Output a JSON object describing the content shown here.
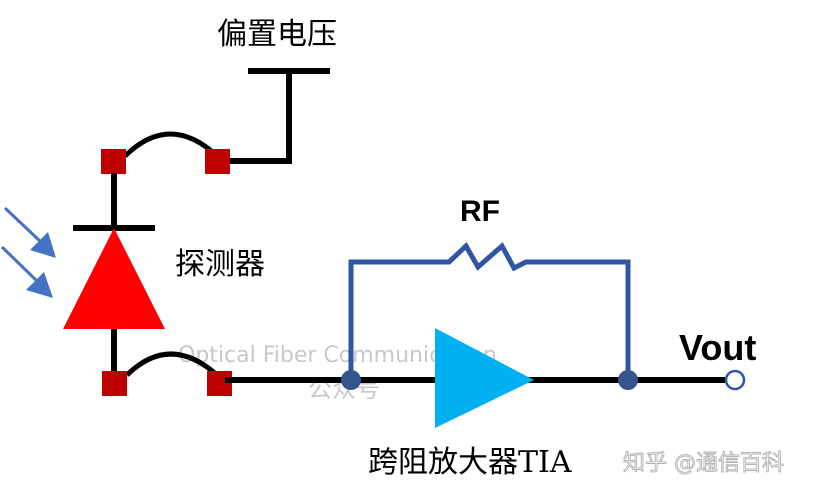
{
  "diagram": {
    "title": "Photodetector with Transimpedance Amplifier circuit",
    "labels": {
      "bias_voltage": "偏置电压",
      "detector": "探测器",
      "feedback_resistor": "RF",
      "output": "Vout",
      "amplifier": "跨阻放大器TIA"
    },
    "watermarks": {
      "line1": "Optical Fiber Communication",
      "line2": "公众号",
      "zhihu": "知乎 @通信百科"
    },
    "colors": {
      "wire": "#000000",
      "pad": "#c00000",
      "diode": "#ff0000",
      "light_arrow": "#4472c4",
      "feedback_wire": "#2f55a4",
      "node": "#34558b",
      "amplifier": "#00b0f0",
      "output_terminal": "#2f55a4"
    },
    "components": [
      {
        "id": "bias",
        "type": "voltage-supply",
        "label": "偏置电压"
      },
      {
        "id": "pd",
        "type": "photodiode",
        "label": "探测器"
      },
      {
        "id": "rf",
        "type": "resistor",
        "label": "RF"
      },
      {
        "id": "tia",
        "type": "amplifier",
        "label": "跨阻放大器TIA"
      },
      {
        "id": "vout",
        "type": "output-terminal",
        "label": "Vout"
      }
    ]
  }
}
